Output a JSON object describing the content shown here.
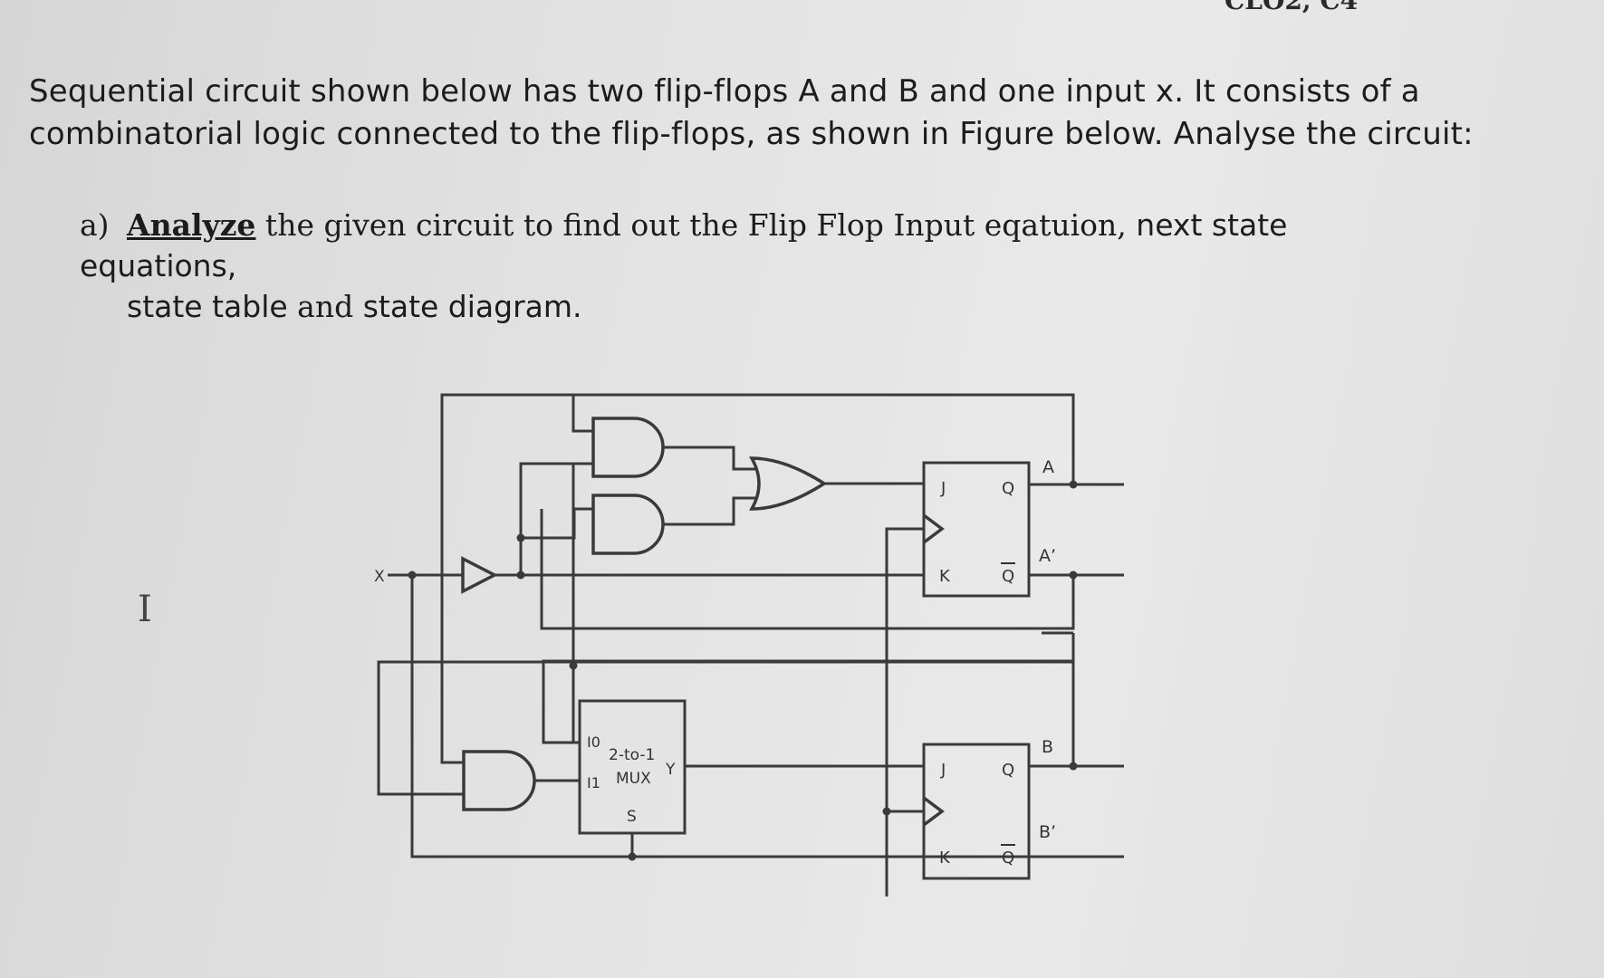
{
  "header_fragment": "CLO2, C4",
  "intro_text": "Sequential circuit shown below has two flip-flops A and B and one input x. It consists of a combinatorial logic connected to the flip-flops, as shown in Figure below. Analyse the circuit:",
  "question": {
    "label": "a)",
    "keyword": "Analyze",
    "text_serif": " the given circuit to find out the Flip Flop Input eqatuion,",
    "text_sans_1": " next state equations,",
    "line2_sans_1": "state table",
    "line2_serif": " and ",
    "line2_sans_2": "state diagram."
  },
  "cursor_glyph": "I",
  "circuit": {
    "input_label": "X",
    "flipflop_a": {
      "j": "J",
      "k": "K",
      "q": "Q",
      "q_bar": "Q",
      "out": "A",
      "out_bar": "A’"
    },
    "flipflop_b": {
      "j": "J",
      "k": "K",
      "q": "Q",
      "q_bar": "Q",
      "out": "B",
      "out_bar": "B’"
    },
    "mux": {
      "i0": "I0",
      "i1": "I1",
      "title": "2-to-1",
      "name": "MUX",
      "y": "Y",
      "s": "S"
    }
  }
}
